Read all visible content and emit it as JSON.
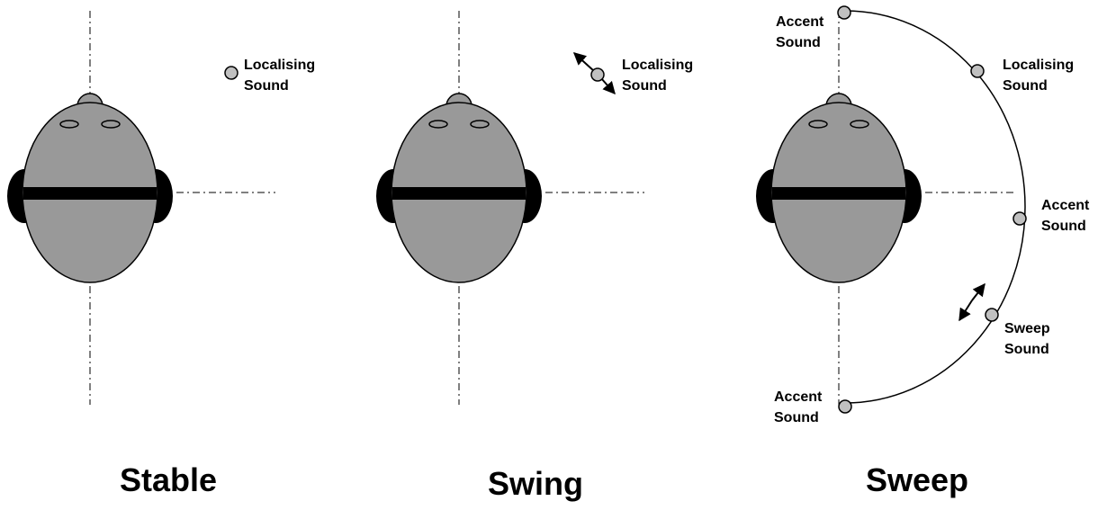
{
  "panels": [
    {
      "caption": "Stable",
      "sounds": [
        {
          "line1": "Localising",
          "line2": "Sound"
        }
      ]
    },
    {
      "caption": "Swing",
      "sounds": [
        {
          "line1": "Localising",
          "line2": "Sound"
        }
      ]
    },
    {
      "caption": "Sweep",
      "sounds": [
        {
          "line1": "Accent",
          "line2": "Sound"
        },
        {
          "line1": "Localising",
          "line2": "Sound"
        },
        {
          "line1": "Accent",
          "line2": "Sound"
        },
        {
          "line1": "Sweep",
          "line2": "Sound"
        },
        {
          "line1": "Accent",
          "line2": "Sound"
        }
      ]
    }
  ],
  "colors": {
    "head": "#999999",
    "band": "#000000",
    "sound_dot": "#c0c0c0",
    "stroke": "#000000"
  }
}
